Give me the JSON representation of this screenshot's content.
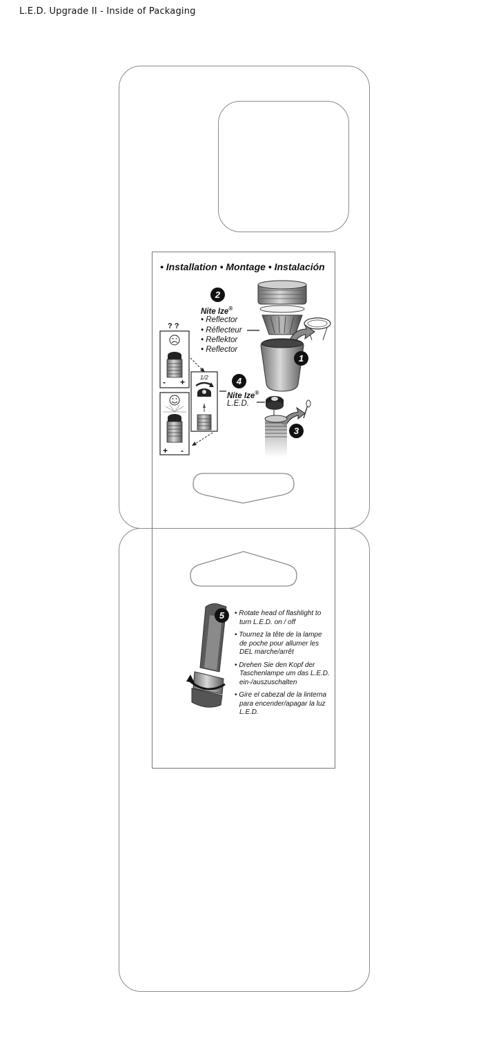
{
  "page": {
    "title": "L.E.D. Upgrade II - Inside of Packaging"
  },
  "instructions": {
    "heading": "• Installation • Montage • Instalación",
    "step_numbers": [
      "1",
      "2",
      "3",
      "4",
      "5"
    ],
    "reflector": {
      "brand": "Nite Ize",
      "registered": "®",
      "labels": [
        "• Reflector",
        "• Réflecteur",
        "• Reflektor",
        "• Reflector"
      ]
    },
    "led": {
      "brand": "Nite Ize",
      "registered": "®",
      "label": "L.E.D."
    },
    "polarity": {
      "question": "? ?",
      "minus": "-",
      "plus": "+",
      "half_turn": "1/2"
    },
    "step5_text": [
      "• Rotate head of flashlight to turn L.E.D. on / off",
      "• Tournez la tête de la lampe de poche pour allumer les DEL marche/arrêt",
      "• Drehen Sie den Kopf der Taschenlampe um das L.E.D. ein-/auszuschalten",
      "• Gire el cabezal de la linterna para encender/apagar la luz L.E.D."
    ]
  },
  "colors": {
    "outline": "#8a8a8a",
    "ink": "#111111",
    "shade": "#9a9a9a"
  }
}
